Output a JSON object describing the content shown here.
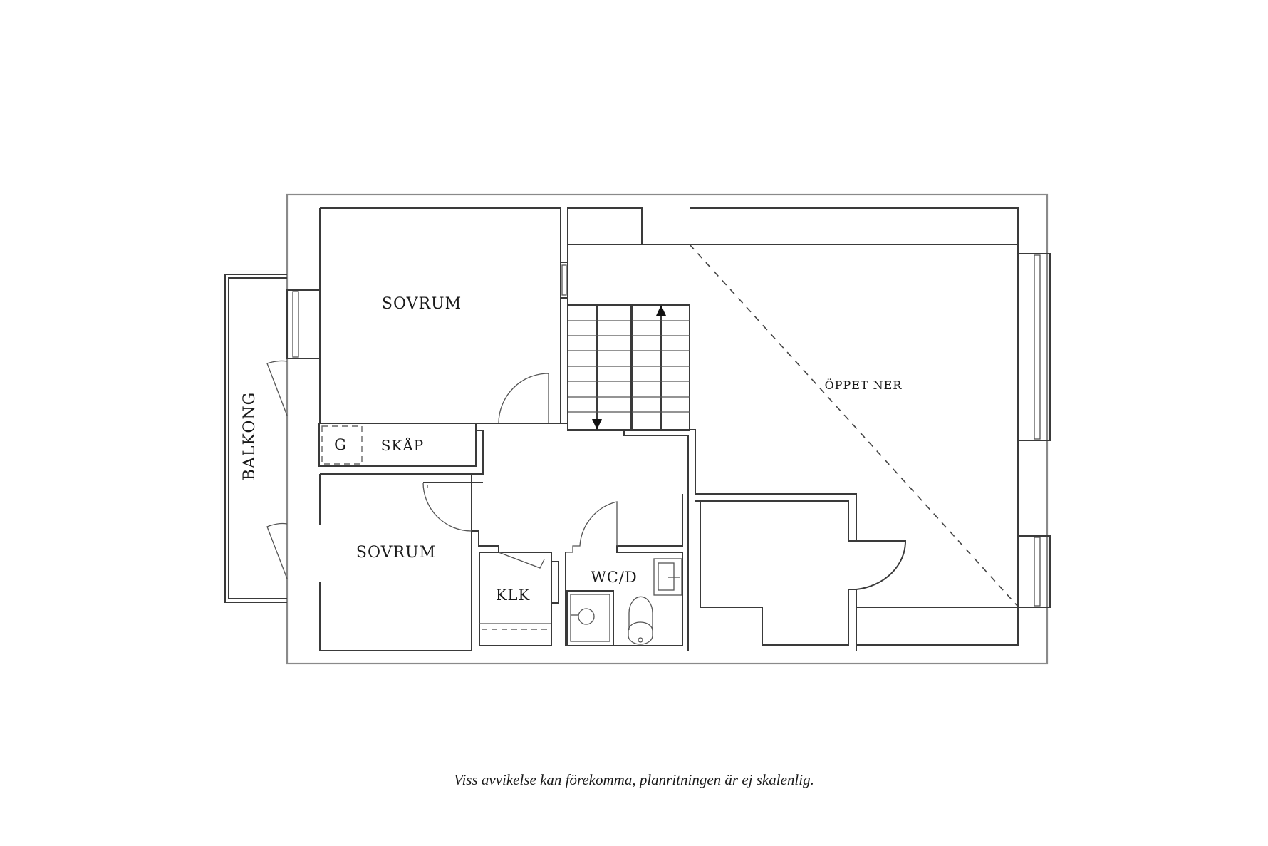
{
  "floorplan": {
    "rooms": [
      {
        "id": "sovrum-top",
        "label": "SOVRUM"
      },
      {
        "id": "sovrum-bottom",
        "label": "SOVRUM"
      },
      {
        "id": "skap",
        "label": "SKÅP"
      },
      {
        "id": "skap-g",
        "label": "G"
      },
      {
        "id": "klk",
        "label": "KLK"
      },
      {
        "id": "wc",
        "label": "WC/D"
      },
      {
        "id": "oppet",
        "label": "ÖPPET NER"
      },
      {
        "id": "balkong",
        "label": "BALKONG"
      }
    ],
    "stairs": {
      "up_arrow": "arrow-up-icon",
      "down_arrow": "arrow-down-icon",
      "steps_per_flight": 8
    },
    "colors": {
      "wall": "#3a3a3a",
      "outer": "#8a8a8a",
      "background": "#ffffff"
    }
  },
  "caption": "Viss avvikelse kan förekomma, planritningen är ej skalenlig."
}
